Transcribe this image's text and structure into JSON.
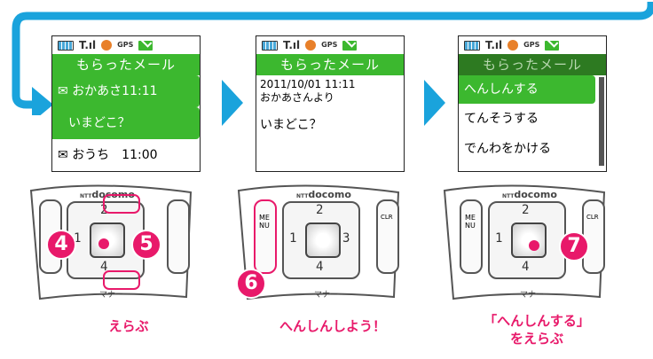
{
  "panels": [
    {
      "title": "もらったメール",
      "rows": [
        {
          "text": "おかあさ11:11"
        },
        {
          "text": "いまどこ？"
        },
        {
          "text": "おうち　11:00"
        }
      ],
      "caption": "えらぶ"
    },
    {
      "title": "もらったメール",
      "timestamp": "2011/10/01 11:11",
      "from": "おかあさんより",
      "body": "いまどこ？",
      "caption": "へんしんしよう！"
    },
    {
      "title": "もらったメール",
      "menu": [
        "へんしんする",
        "てんそうする",
        "でんわをかける"
      ],
      "caption_line1": "「へんしんする」",
      "caption_line2": "をえらぶ"
    }
  ],
  "phone": {
    "brand_prefix": "NTT",
    "brand": "docomo",
    "key_up": "2",
    "key_down": "4",
    "key_left": "1",
    "key_right": "3",
    "manner": "マナー",
    "menu_label": "ME NU",
    "clr_label": "CLR"
  },
  "steps": [
    "4",
    "5",
    "6",
    "7"
  ],
  "status": {
    "gps": "GPS"
  },
  "colors": {
    "accent": "#e8196a",
    "green": "#3cb82f",
    "arrow": "#1aa3dc"
  }
}
